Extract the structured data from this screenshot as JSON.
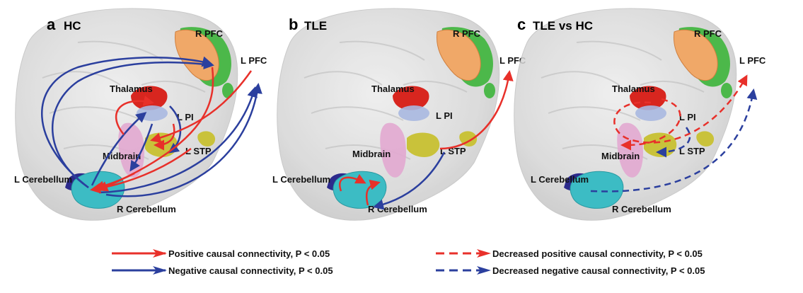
{
  "panels": [
    {
      "letter": "a",
      "title": "HC"
    },
    {
      "letter": "b",
      "title": "TLE"
    },
    {
      "letter": "c",
      "title": "TLE vs HC"
    }
  ],
  "regions": {
    "r_pfc": "R PFC",
    "l_pfc": "L PFC",
    "thalamus": "Thalamus",
    "l_pi": "L PI",
    "midbrain": "Midbrain",
    "l_stp": "L STP",
    "l_cerebellum": "L Cerebellum",
    "r_cerebellum": "R Cerebellum"
  },
  "legend": {
    "positive": "Positive causal connectivity, P < 0.05",
    "negative": "Negative causal connectivity, P < 0.05",
    "decreased_positive": "Decreased positive causal connectivity, P < 0.05",
    "decreased_negative": "Decreased negative causal connectivity, P < 0.05"
  },
  "colors": {
    "positive": "#e8302a",
    "negative": "#2b3f9e",
    "pfc_orange": "#f0a868",
    "pfc_green": "#4cb84a",
    "thalamus_red": "#d8261f",
    "pi_blue": "#a9b8e0",
    "midbrain_pink": "#e2a8d0",
    "stp_yellow": "#c9c23a",
    "cerebellum_cyan": "#3cbcc4",
    "cerebellum_navy": "#2c2a8c"
  }
}
